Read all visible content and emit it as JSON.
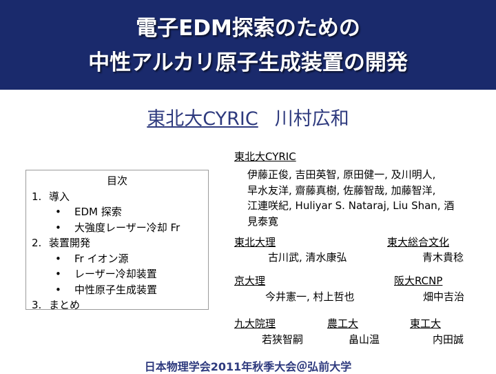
{
  "title": {
    "line1": "電子EDM探索のための",
    "line2": "中性アルカリ原子生成装置の開発"
  },
  "presenter": {
    "org": "東北大CYRIC",
    "name": "川村広和"
  },
  "toc": {
    "heading": "目次",
    "items": [
      {
        "num": "1.",
        "label": "導入",
        "subs": [
          "EDM 探索",
          "大強度レーザー冷却 Fr"
        ]
      },
      {
        "num": "2.",
        "label": "装置開発",
        "subs": [
          "Fr イオン源",
          "レーザー冷却装置",
          "中性原子生成装置"
        ]
      },
      {
        "num": "3.",
        "label": "まとめ",
        "subs": []
      }
    ]
  },
  "collaborators": {
    "cyric": {
      "institution": "東北大CYRIC",
      "members": [
        "伊藤正俊, 吉田英智, 原田健一, 及川明人,",
        "早水友洋, 齋藤真樹, 佐藤智哉, 加藤智洋,",
        "江連咲紀, Huliyar S. Nataraj, Liu Shan, 酒",
        "見泰寛"
      ]
    },
    "tohoku_sci": {
      "institution": "東北大理",
      "members": "古川武, 清水康弘"
    },
    "tokyo_arts": {
      "institution": "東大総合文化",
      "members": "青木貴稔"
    },
    "kyoto_sci": {
      "institution": "京大理",
      "members": "今井憲一, 村上哲也"
    },
    "osaka_rcnp": {
      "institution": "阪大RCNP",
      "members": "畑中吉治"
    },
    "kyushu_sci": {
      "institution": "九大院理",
      "members": "若狭智嗣"
    },
    "tuat": {
      "institution": "農工大",
      "members": "畠山温"
    },
    "tokyo_tech": {
      "institution": "東工大",
      "members": "内田誠"
    }
  },
  "footer": "日本物理学会2011年秋季大会＠弘前大学",
  "colors": {
    "title_bg": "#1a2a6c",
    "accent": "#2e3a7e"
  }
}
